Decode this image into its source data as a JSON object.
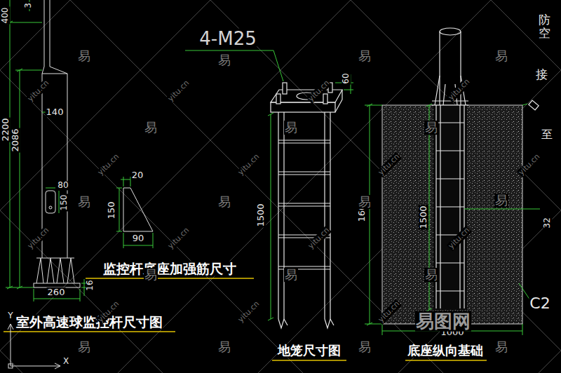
{
  "diagram": {
    "labels": [
      "400",
      "3",
      "2200",
      "2086",
      "140",
      "80",
      "150",
      "260",
      "16",
      "20",
      "150",
      "90",
      "监控杆底座加强筋尺寸",
      "室外高速球监控杆尺寸图",
      "4-M25",
      "60",
      "1500",
      "地笼尺寸图",
      "1600",
      "1500",
      "1000",
      "底座纵向基础",
      "防空",
      "接",
      "至",
      "32",
      "C2",
      "易图网",
      "Y",
      "X",
      "易",
      "易",
      "易",
      "易",
      "易",
      "易",
      "易",
      "易",
      "易",
      "易",
      "易",
      "易",
      "易",
      "易",
      "易",
      "易",
      "易",
      "易",
      "yitu.cn",
      "yitu.cn",
      "yitu.cn",
      "yitu.cn",
      "yitu.cn",
      "yitu.cn",
      "yitu.cn",
      "yitu.cn",
      "yitu.cn",
      "yitu.cn",
      "yitu.cn",
      "yitu.cn",
      "yitu.cn",
      "yitu.cn",
      "yitu.cn"
    ]
  }
}
